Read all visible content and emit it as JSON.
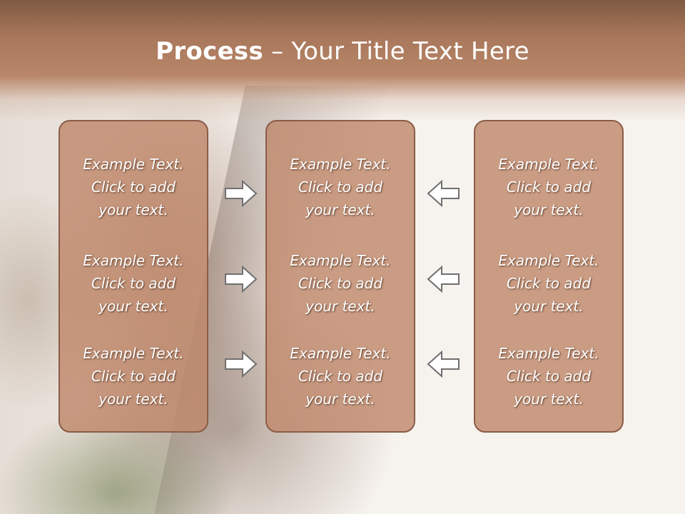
{
  "slide": {
    "title_bold": "Process",
    "title_separator": " – ",
    "title_rest": "Your Title Text Here"
  },
  "columns": [
    {
      "items": [
        {
          "line1": "Example Text.",
          "line2": "Click  to add",
          "line3": "your text."
        },
        {
          "line1": "Example Text.",
          "line2": "Click  to add",
          "line3": "your text."
        },
        {
          "line1": "Example Text.",
          "line2": "Click  to add",
          "line3": "your text."
        }
      ]
    },
    {
      "items": [
        {
          "line1": "Example Text.",
          "line2": "Click  to add",
          "line3": "your text."
        },
        {
          "line1": "Example Text.",
          "line2": "Click  to add",
          "line3": "your text."
        },
        {
          "line1": "Example Text.",
          "line2": "Click  to add",
          "line3": "your text."
        }
      ]
    },
    {
      "items": [
        {
          "line1": "Example Text.",
          "line2": "Click  to add",
          "line3": "your text."
        },
        {
          "line1": "Example Text.",
          "line2": "Click  to add",
          "line3": "your text."
        },
        {
          "line1": "Example Text.",
          "line2": "Click  to add",
          "line3": "your text."
        }
      ]
    }
  ],
  "arrows": {
    "left_group": "right-arrow-icon",
    "right_group": "left-arrow-icon"
  },
  "colors": {
    "title_band": "#b88668",
    "box_fill": "#c0896b",
    "box_border": "#8a5c47",
    "text": "#ffffff",
    "arrow_stroke": "#6f6f6f",
    "arrow_fill": "#ffffff"
  }
}
